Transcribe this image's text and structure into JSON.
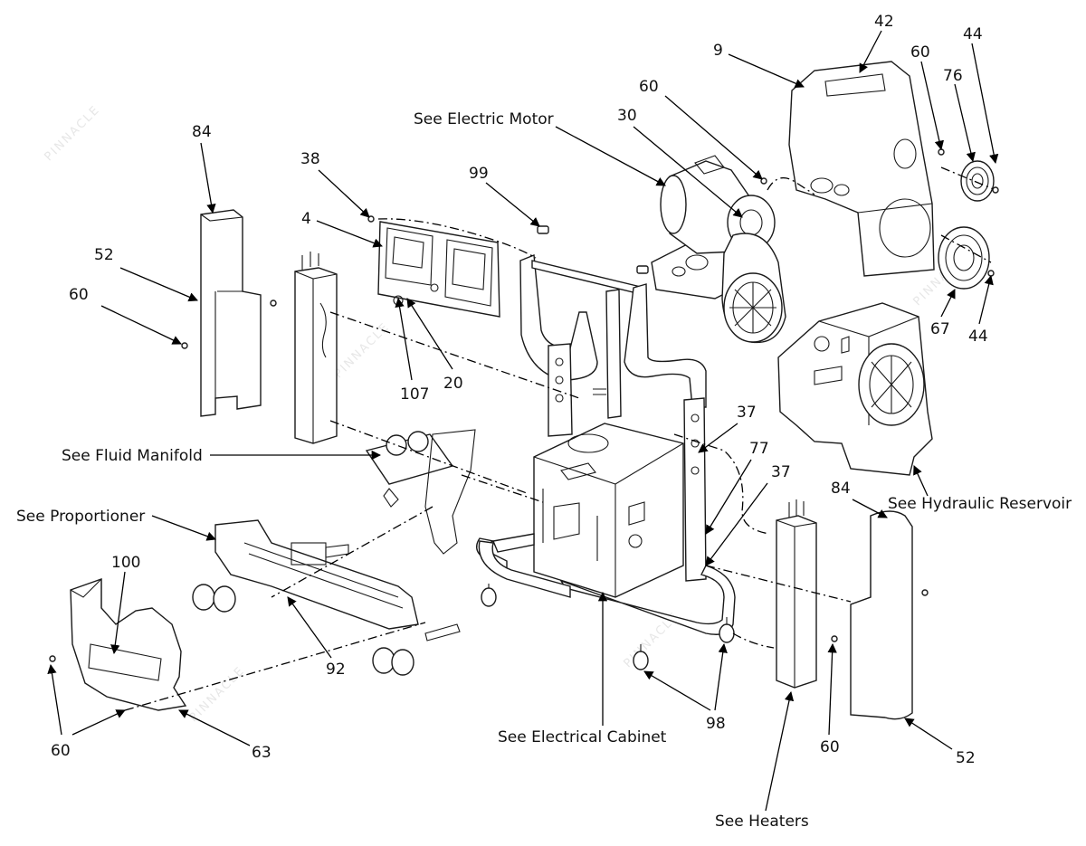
{
  "watermark": "PINNACLE",
  "labels": {
    "n42": "42",
    "n9": "9",
    "n60_top": "60",
    "n44_top": "44",
    "n76": "76",
    "n60_motor": "60",
    "n30": "30",
    "see_motor": "See Electric Motor",
    "n84_left": "84",
    "n38": "38",
    "n99": "99",
    "n4": "4",
    "n52_left": "52",
    "n60_left": "60",
    "n107": "107",
    "n20": "20",
    "n67": "67",
    "n44_bottom": "44",
    "n37_a": "37",
    "n77": "77",
    "n37_b": "37",
    "see_fluid_manifold": "See Fluid Manifold",
    "see_hydraulic": "See Hydraulic Reservoir",
    "n84_right": "84",
    "see_proportioner": "See Proportioner",
    "n100": "100",
    "n92": "92",
    "n98": "98",
    "n60_bl": "60",
    "n63": "63",
    "see_electrical": "See Electrical Cabinet",
    "n60_br": "60",
    "n52_right": "52",
    "see_heaters": "See Heaters"
  }
}
